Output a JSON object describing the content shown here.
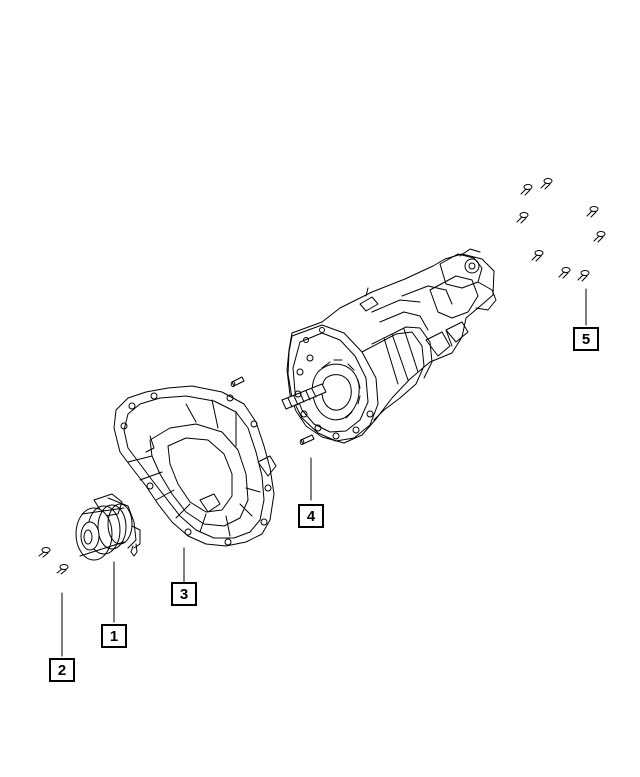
{
  "diagram": {
    "background": "#ffffff",
    "line_color": "#000000",
    "callouts": [
      {
        "id": "1",
        "label": "1"
      },
      {
        "id": "2",
        "label": "2"
      },
      {
        "id": "3",
        "label": "3"
      },
      {
        "id": "4",
        "label": "4"
      },
      {
        "id": "5",
        "label": "5"
      }
    ]
  }
}
